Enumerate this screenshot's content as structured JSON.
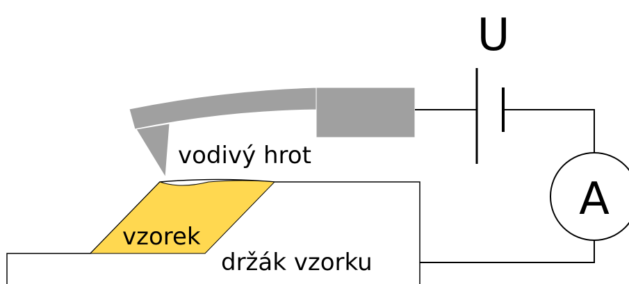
{
  "labels": {
    "voltage": "U",
    "ammeter": "A",
    "tip": "vodivý hrot",
    "sample": "vzorek",
    "holder": "držák vzorku"
  },
  "colors": {
    "cantilever_fill": "#a0a0a0",
    "sample_fill": "#ffd850",
    "line": "#000000",
    "background": "#ffffff"
  }
}
